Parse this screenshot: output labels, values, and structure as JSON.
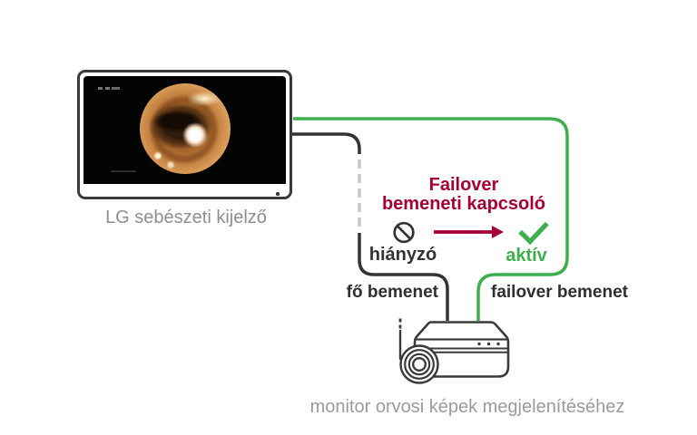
{
  "colors": {
    "brand_red": "#a50034",
    "active_green": "#3db04c",
    "line_dark": "#333333",
    "dashed_gray": "#c6c6c6",
    "muted_gray": "#8f8f8f"
  },
  "display": {
    "label": "LG sebészeti kijelző"
  },
  "failover_switch": {
    "title_line1": "Failover",
    "title_line2": "bemeneti kapcsoló",
    "missing_state": "hiányzó",
    "active_state": "aktív"
  },
  "inputs": {
    "main": "fő bemenet",
    "failover": "failover bemenet"
  },
  "device": {
    "label": "monitor orvosi képek megjelenítéséhez"
  }
}
